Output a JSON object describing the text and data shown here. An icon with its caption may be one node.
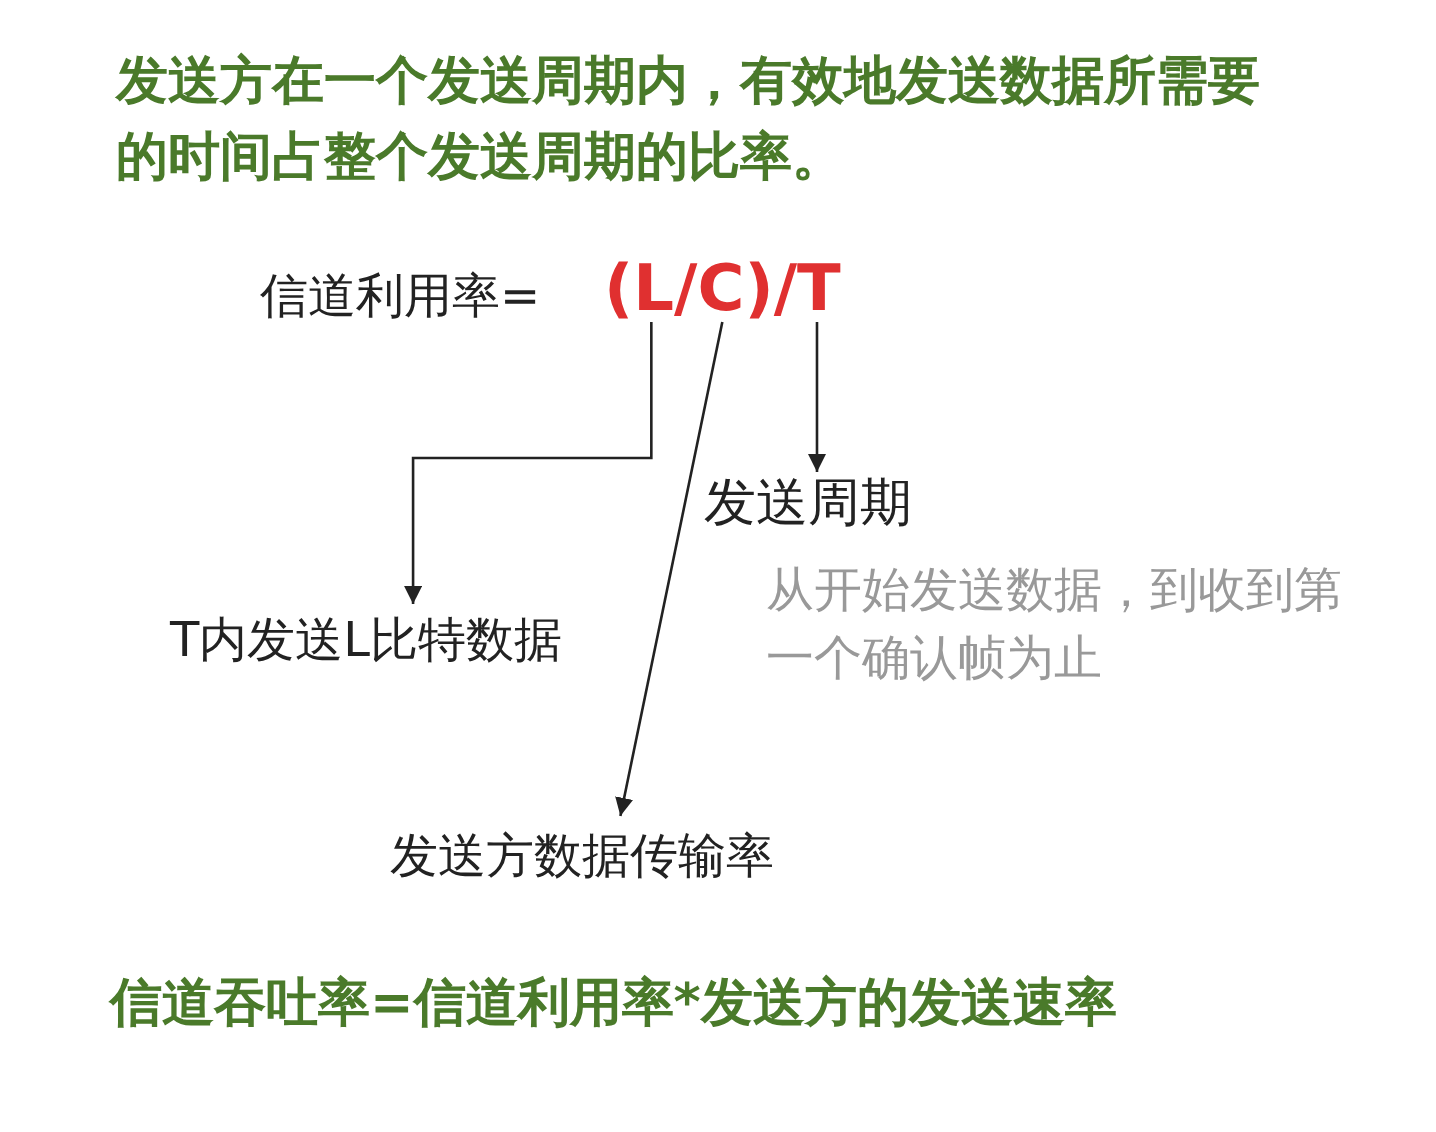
{
  "diagram": {
    "title": "发送方在一个发送周期内，有效地发送数据所需要的时间占整个发送周期的比率。",
    "caption": "信道吞吐率=信道利用率*发送方的发送速率",
    "nodes": [
      {
        "text": [
          "(L/C)/T"
        ]
      },
      {
        "text": [
          "发送周期"
        ],
        "beside": [
          "从开始发送数据，到收到第一个确认帧为止"
        ]
      },
      {
        "text": [
          "T内发送L比特数据"
        ]
      },
      {
        "text": [
          "发送方数据传输率"
        ]
      }
    ],
    "edges": [
      {
        "from": 0,
        "to": 1,
        "arrow": "to"
      },
      {
        "from": 0,
        "to": 2,
        "arrow": "to"
      },
      {
        "from": 0,
        "to": 3,
        "arrow": "to"
      }
    ],
    "labels": [
      "信道利用率="
    ]
  }
}
